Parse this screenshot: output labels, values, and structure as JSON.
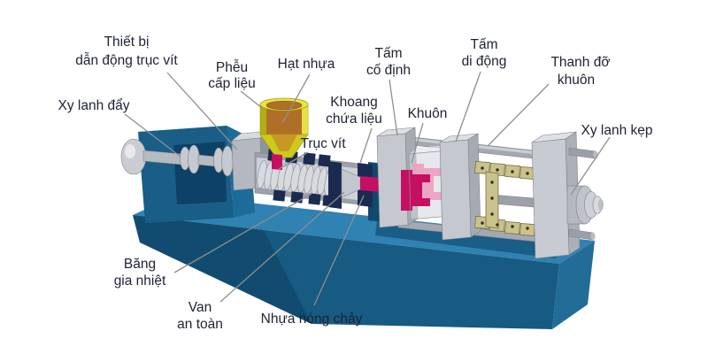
{
  "labels": {
    "screw_drive": {
      "line1": "Thiết bị",
      "line2": "dẫn động trục vít"
    },
    "push_cylinder": {
      "line1": "Xy lanh đẩy"
    },
    "hopper": {
      "line1": "Phễu",
      "line2": "cấp liệu"
    },
    "pellets": {
      "line1": "Hạt nhựa"
    },
    "screw": {
      "line1": "Trục vít"
    },
    "material_chamber": {
      "line1": "Khoang",
      "line2": "chứa liệu"
    },
    "mold": {
      "line1": "Khuôn"
    },
    "fixed_platen": {
      "line1": "Tấm",
      "line2": "cố định"
    },
    "moving_platen": {
      "line1": "Tấm",
      "line2": "di động"
    },
    "tie_bar": {
      "line1": "Thanh đỡ",
      "line2": "khuôn"
    },
    "clamp_cylinder": {
      "line1": "Xy lanh kẹp"
    },
    "heater_band": {
      "line1": "Băng",
      "line2": "gia nhiệt"
    },
    "safety_valve": {
      "line1": "Van",
      "line2": "an toàn"
    },
    "molten_plastic": {
      "line1": "Nhựa nóng chảy"
    }
  },
  "colors": {
    "text": "#1e2233",
    "leader_line": "#8f8f8f",
    "base_front": "#175a82",
    "base_top": "#2f82b2",
    "base_side": "#226d98",
    "heater_band": "#1b2b50",
    "melt": "#c50f63",
    "melt_light": "#eb9fc0",
    "hopper_yellow": "#d6d41f",
    "pellets_brown": "#b06f28",
    "metal_light": "#c5c8ce",
    "metal_mid": "#a8adb6",
    "toggle_khaki": "#c9c28a",
    "background": "#ffffff"
  }
}
